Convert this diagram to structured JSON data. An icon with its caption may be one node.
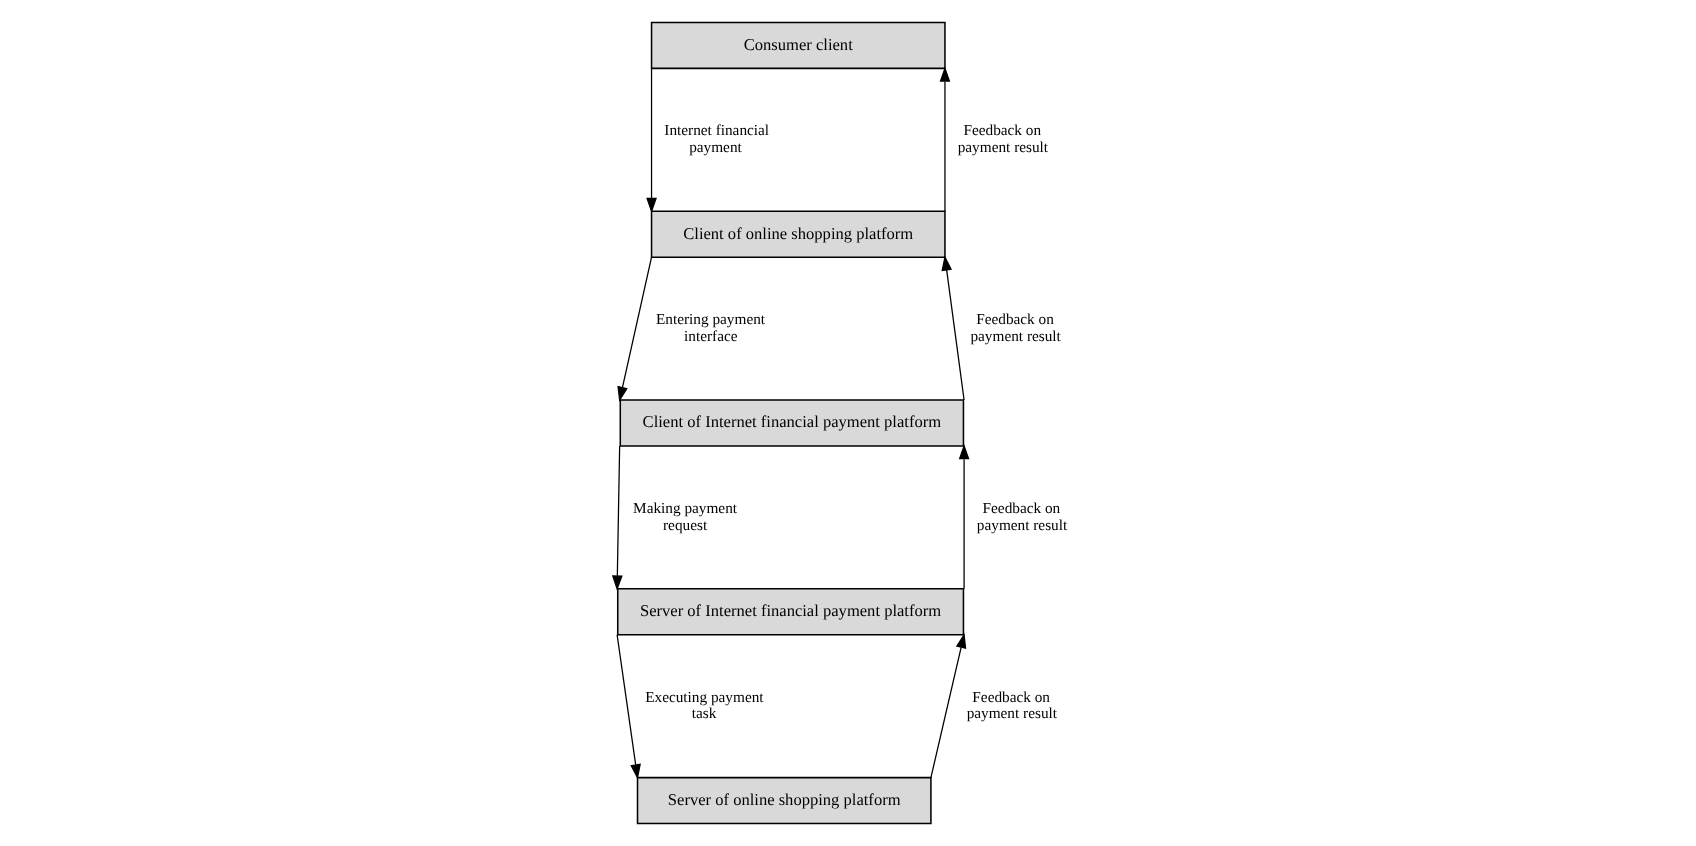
{
  "diagram": {
    "nodes": [
      {
        "text": [
          "Consumer client"
        ]
      },
      {
        "text": [
          "Client of online shopping platform"
        ]
      },
      {
        "text": [
          "Client of Internet financial payment platform"
        ]
      },
      {
        "text": [
          "Server of Internet financial payment platform"
        ]
      },
      {
        "text": [
          "Server of online shopping platform"
        ]
      }
    ],
    "edges": [
      {
        "from": 0,
        "to": 1,
        "arrow": "to",
        "label": "Internet financial payment"
      },
      {
        "from": 1,
        "to": 0,
        "arrow": "to",
        "label": "Feedback on payment result"
      },
      {
        "from": 1,
        "to": 2,
        "arrow": "to",
        "label": "Entering payment interface"
      },
      {
        "from": 2,
        "to": 1,
        "arrow": "to",
        "label": "Feedback on payment result"
      },
      {
        "from": 2,
        "to": 3,
        "arrow": "to",
        "label": "Making payment request"
      },
      {
        "from": 3,
        "to": 2,
        "arrow": "to",
        "label": "Feedback on payment result"
      },
      {
        "from": 3,
        "to": 4,
        "arrow": "to",
        "label": "Executing payment task"
      },
      {
        "from": 4,
        "to": 3,
        "arrow": "to",
        "label": "Feedback on payment result"
      }
    ]
  }
}
